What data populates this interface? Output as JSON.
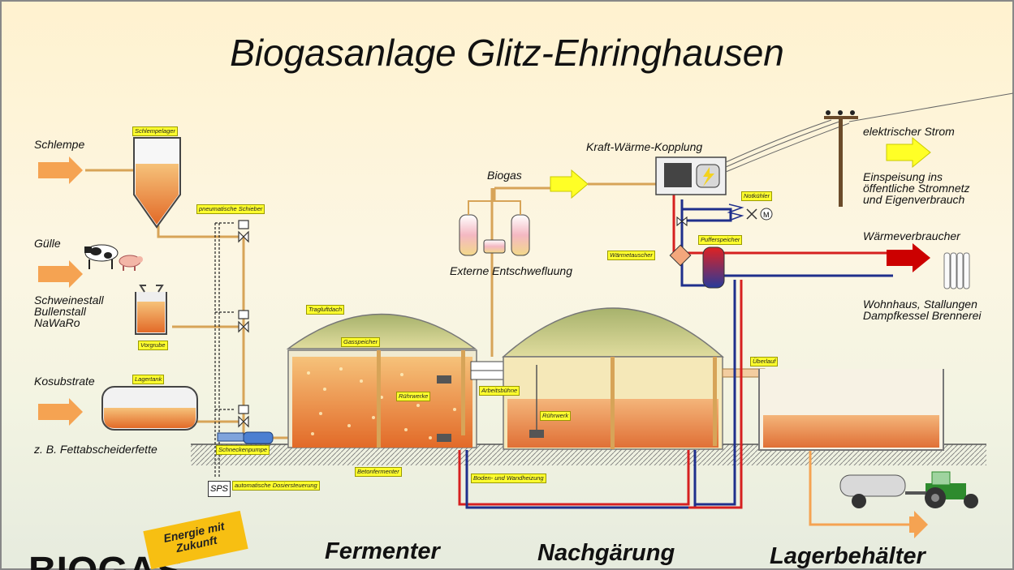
{
  "title": "Biogasanlage Glitz-Ehringhausen",
  "inputs": {
    "schlempe": "Schlempe",
    "guelle": "Gülle",
    "stall": [
      "Schweinestall",
      "Bullenstall",
      "NaWaRo"
    ],
    "kosubstrate": "Kosubstrate",
    "fett": "z. B. Fettabscheiderfette"
  },
  "labels": {
    "biogas": "Biogas",
    "kwk": "Kraft-Wärme-Kopplung",
    "entschwefelung": "Externe Entschwefluung",
    "strom": "elektrischer Strom",
    "einspeisung": [
      "Einspeisung ins",
      "öffentliche Stromnetz",
      "und Eigenverbrauch"
    ],
    "waerme": "Wärmeverbraucher",
    "wohnhaus": [
      "Wohnhaus, Stallungen",
      "Dampfkessel Brennerei"
    ],
    "sps": "SPS"
  },
  "tags": {
    "schlempelager": "Schlempelager",
    "schieber": "pneumatische Schieber",
    "vorgrube": "Vorgrube",
    "lagertank": "Lagertank",
    "schneckenpumpe": "Schneckenpumpe",
    "dosier": "automatische Dosiersteuerung",
    "traglufdach": "Tragluftdach",
    "gasspeicher": "Gasspeicher",
    "ruehrwerke": "Rührwerke",
    "arbeitsbuehne": "Arbeitsbühne",
    "ruehrwerk": "Rührwerk",
    "betonfermenter": "Betonfermenter",
    "heizung": "Boden- und Wandheizung",
    "ueberlauf": "Überlauf",
    "notkuehler": "Notkühler",
    "waermetauscher": "Wärmetauscher",
    "pufferspeicher": "Pufferspeicher"
  },
  "sections": {
    "fermenter": "Fermenter",
    "nachgaerung": "Nachgärung",
    "lager": "Lagerbehälter"
  },
  "badge": [
    "Energie mit",
    "Zukunft"
  ],
  "logo": "BIOGAS",
  "colors": {
    "arrow_orange": "#f5a352",
    "arrow_yellow": "#ffff26",
    "arrow_red": "#cc0000",
    "pipe": "#d7a458",
    "pipe_red": "#d62020",
    "pipe_blue": "#1f2f8c",
    "liquid": "#e9782e"
  }
}
